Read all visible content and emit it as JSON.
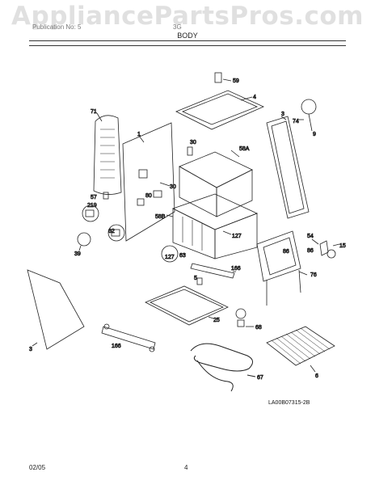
{
  "watermark": "AppliancePartsPros.com",
  "header": {
    "left_text": "Publication No: 5",
    "right_text": "3G",
    "section_title": "BODY"
  },
  "diagram": {
    "labels": {
      "p59": "59",
      "p4": "4",
      "p71": "71",
      "p3a": "3",
      "p74": "74",
      "p9": "9",
      "p1": "1",
      "p30a": "30",
      "p58a": "58A",
      "p30b": "30",
      "p80": "80",
      "p57": "57",
      "p219": "219",
      "p58b": "58B",
      "p127a": "127",
      "p62": "62",
      "p39": "39",
      "p127b": "127",
      "p63": "63",
      "p54": "54",
      "p86a": "86",
      "p15": "15",
      "p166a": "166",
      "p86b": "86",
      "p76": "76",
      "p3b": "3",
      "p5": "5",
      "p25": "25",
      "p68": "68",
      "p166b": "166",
      "p6": "6",
      "p67": "67"
    }
  },
  "reference_code": "LA00B07315-2B",
  "footer": {
    "date": "02/05",
    "page_number": "4"
  }
}
